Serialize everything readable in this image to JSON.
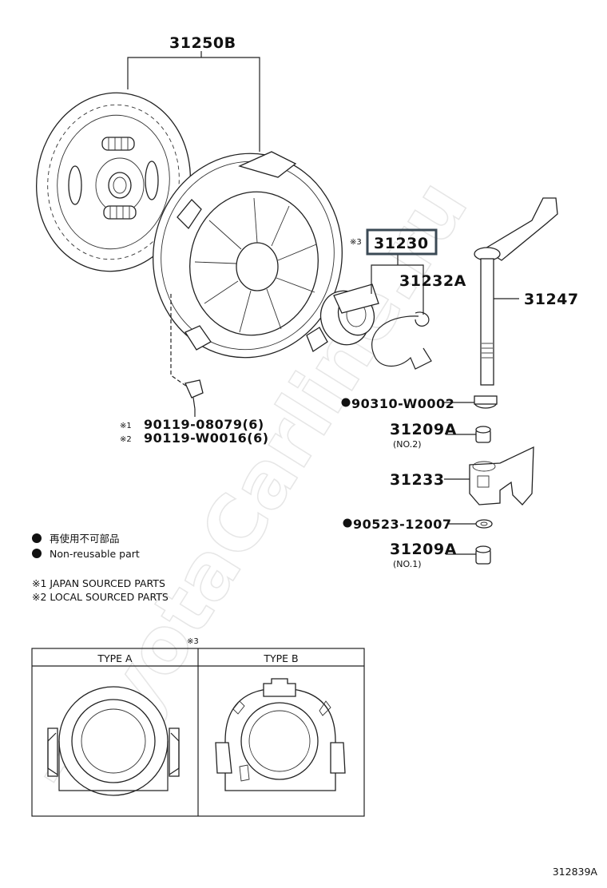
{
  "diagram": {
    "watermark": "ToyotaCarline.ru",
    "parts": {
      "p31250B": "31250B",
      "p31230": "31230",
      "p31230_mark": "※3",
      "p31232A": "31232A",
      "p31247": "31247",
      "p90310": "90310-W0002",
      "p31209A_1": "31209A",
      "p31209A_1_sub": "(NO.2)",
      "p31233": "31233",
      "p90523": "90523-12007",
      "p31209A_2": "31209A",
      "p31209A_2_sub": "(NO.1)",
      "bolt1_mark": "※1",
      "bolt1": "90119-08079(6)",
      "bolt2_mark": "※2",
      "bolt2": "90119-W0016(6)"
    },
    "legend": {
      "nonreuse_jp": "再使用不可部品",
      "nonreuse_en": "Non-reusable part",
      "japan": "※1 JAPAN SOURCED PARTS",
      "local": "※2 LOCAL SOURCED PARTS"
    },
    "type_table": {
      "mark": "※3",
      "type_a": "TYPE A",
      "type_b": "TYPE B"
    },
    "figure_id": "312839A"
  }
}
